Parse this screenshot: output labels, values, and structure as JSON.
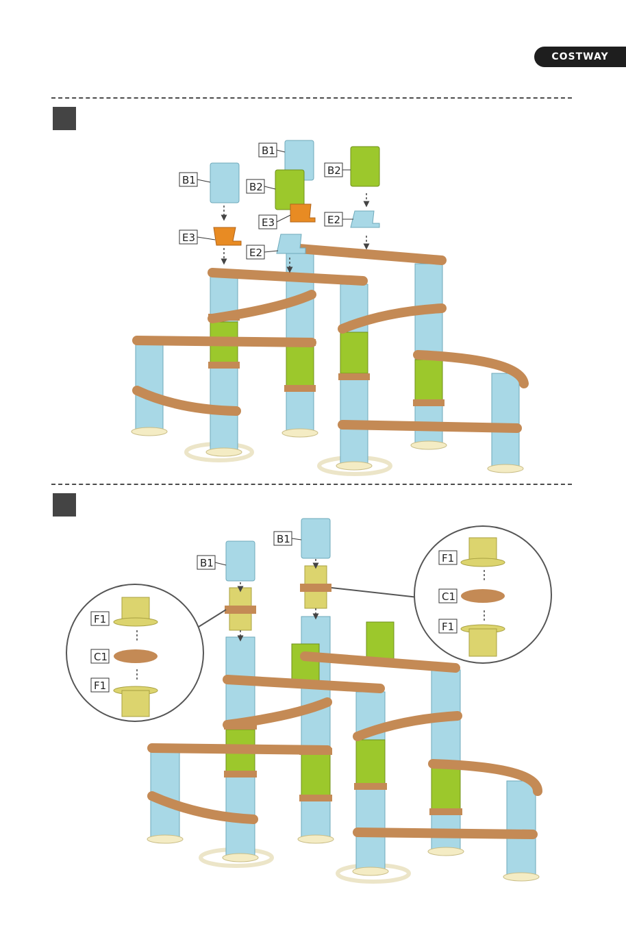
{
  "brand": {
    "logo_text": "COSTWAY"
  },
  "steps": [
    {
      "labels": {
        "b1_left": "B1",
        "b1_center": "B1",
        "b2_center": "B2",
        "b2_right": "B2",
        "e3_left": "E3",
        "e3_center": "E3",
        "e2_center": "E2",
        "e2_right": "E2"
      }
    },
    {
      "labels": {
        "b1_left": "B1",
        "b1_center": "B1"
      },
      "detail_left": {
        "f1_top": "F1",
        "c1": "C1",
        "f1_bottom": "F1"
      },
      "detail_right": {
        "f1_top": "F1",
        "c1": "C1",
        "f1_bottom": "F1"
      }
    }
  ],
  "colors": {
    "blue": "#a8d8e6",
    "green": "#9cc82c",
    "brown": "#c48a55",
    "orange": "#e88b23",
    "yellow": "#dcd46e",
    "base": "#f4ecc4"
  }
}
